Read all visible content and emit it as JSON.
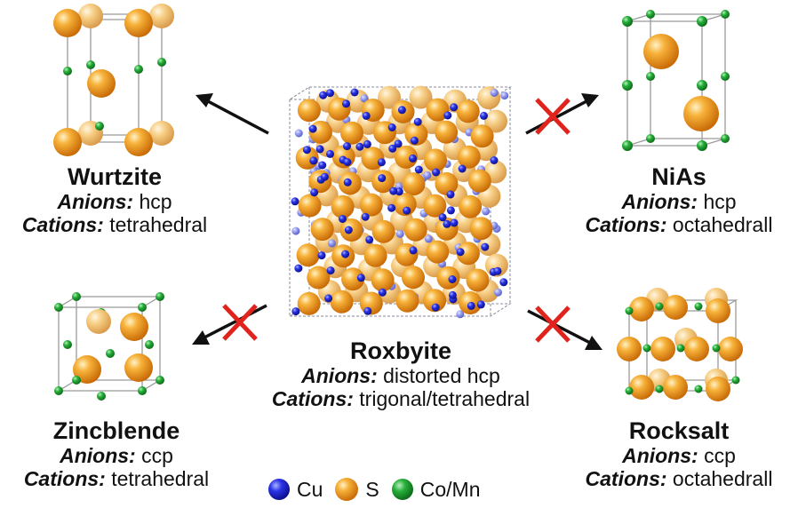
{
  "structures": {
    "wurtzite": {
      "name": "Wurtzite",
      "anions_label": "Anions:",
      "anions_value": "hcp",
      "cations_label": "Cations:",
      "cations_value": "tetrahedral"
    },
    "nias": {
      "name": "NiAs",
      "anions_label": "Anions:",
      "anions_value": "hcp",
      "cations_label": "Cations:",
      "cations_value": "octahedrall"
    },
    "roxbyite": {
      "name": "Roxbyite",
      "anions_label": "Anions:",
      "anions_value": "distorted hcp",
      "cations_label": "Cations:",
      "cations_value": "trigonal/tetrahedral"
    },
    "zincblende": {
      "name": "Zincblende",
      "anions_label": "Anions:",
      "anions_value": "ccp",
      "cations_label": "Cations:",
      "cations_value": "tetrahedral"
    },
    "rocksalt": {
      "name": "Rocksalt",
      "anions_label": "Anions:",
      "anions_value": "ccp",
      "cations_label": "Cations:",
      "cations_value": "octahedrall"
    }
  },
  "legend": [
    {
      "label": "Cu",
      "color": "#1b1fd6"
    },
    {
      "label": "S",
      "color": "#f29a1a"
    },
    {
      "label": "Co/Mn",
      "color": "#1e9a2e"
    }
  ],
  "transitions": [
    {
      "to": "wurtzite",
      "allowed": true
    },
    {
      "to": "nias",
      "allowed": false
    },
    {
      "to": "zincblende",
      "allowed": false
    },
    {
      "to": "rocksalt",
      "allowed": false
    }
  ],
  "colors": {
    "arrow": "#111111",
    "forbidden_mark": "#e0231c",
    "cell_edge": "#9a9a9a"
  }
}
